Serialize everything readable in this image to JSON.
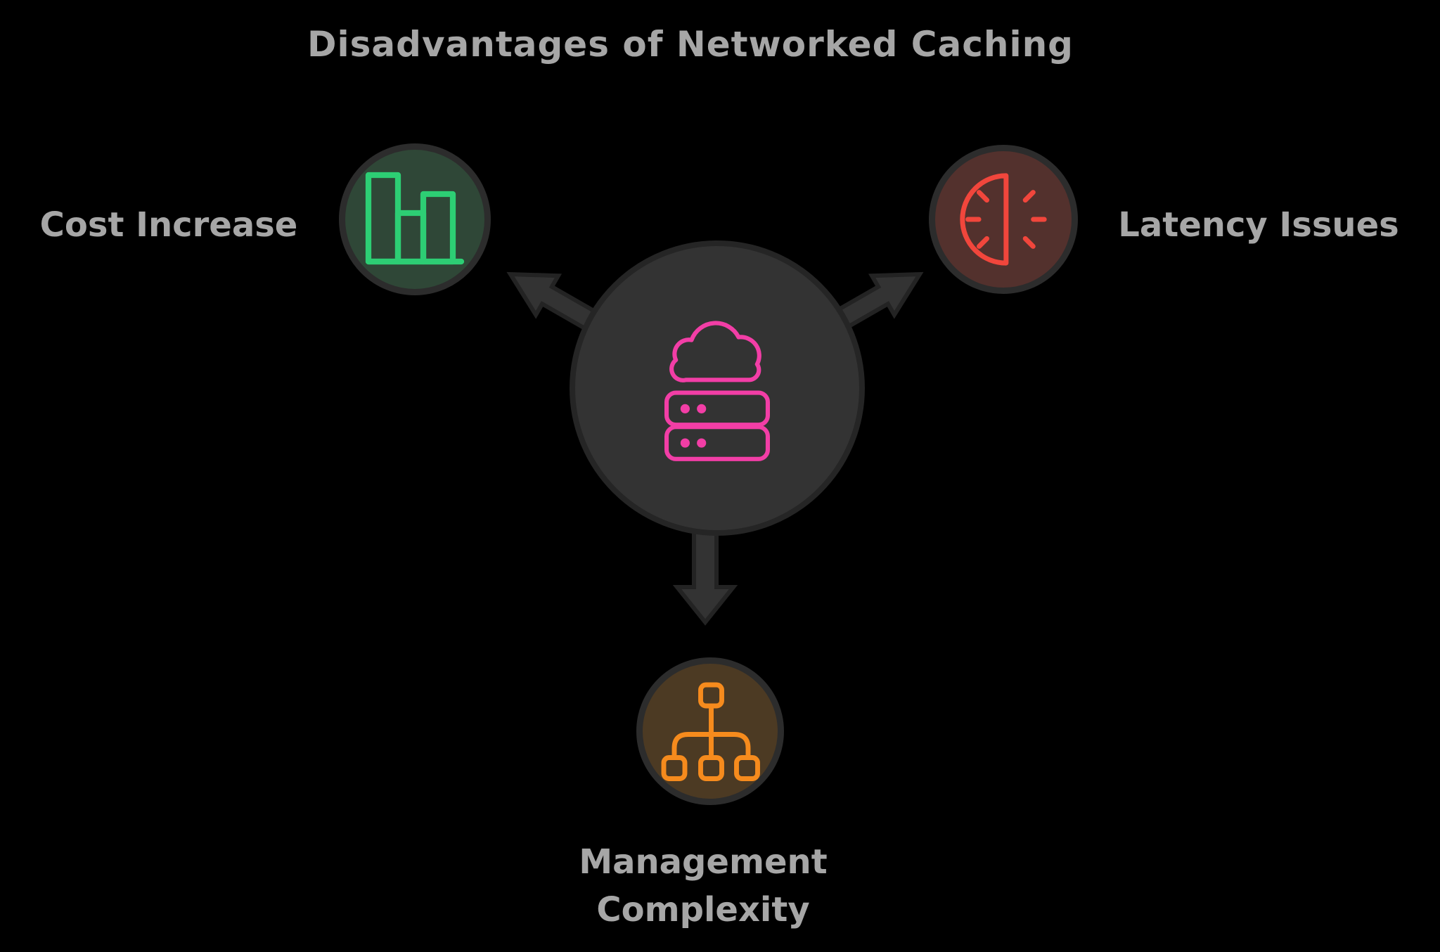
{
  "title": "Disadvantages of Networked Caching",
  "center": {
    "icon": "cloud-server-icon"
  },
  "nodes": [
    {
      "id": "cost-increase",
      "label": "Cost Increase",
      "icon": "bar-chart-icon",
      "accent": "#2dce74",
      "position": "top-left"
    },
    {
      "id": "latency-issues",
      "label": "Latency Issues",
      "icon": "half-clock-icon",
      "accent": "#f1463c",
      "position": "top-right"
    },
    {
      "id": "management-complexity",
      "label": "Management Complexity",
      "icon": "hierarchy-icon",
      "accent": "#f68b1d",
      "position": "bottom"
    }
  ],
  "colors": {
    "background": "#000000",
    "text": "#a6a6a6",
    "node_fill": "#333333",
    "node_stroke": "#252525",
    "ring_stroke": "#2c2c2c",
    "arrow_fill": "#333333",
    "arrow_stroke": "#232323",
    "green_fill": "#2f4737",
    "green_icon": "#2dce74",
    "red_fill": "#53312d",
    "red_icon": "#f1463c",
    "orange_fill": "#4c3a23",
    "orange_icon": "#f68b1d",
    "pink_icon": "#f23ea6"
  }
}
